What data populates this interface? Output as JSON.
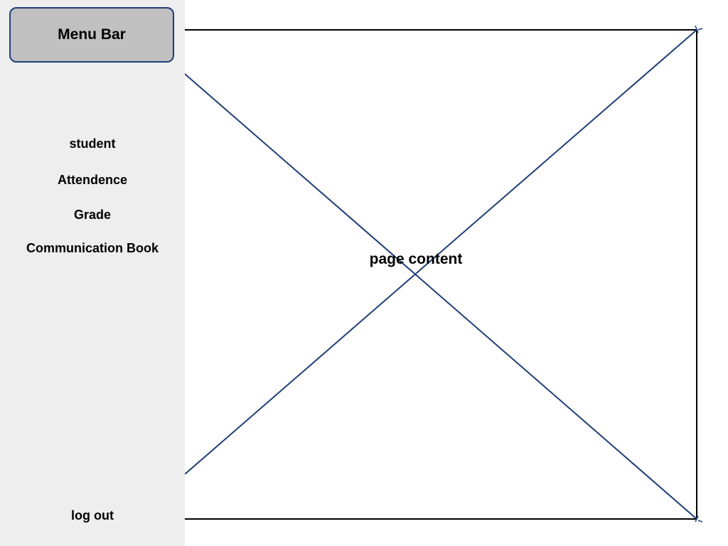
{
  "sidebar": {
    "header": "Menu Bar",
    "items": [
      {
        "label": "student"
      },
      {
        "label": "Attendence"
      },
      {
        "label": "Grade"
      },
      {
        "label": "Communication Book"
      }
    ],
    "logout": "log out"
  },
  "main": {
    "placeholder_label": "page content"
  },
  "colors": {
    "sidebar_bg": "#eeeeee",
    "menu_bar_bg": "#c0c0c0",
    "accent_line": "#1f3f77",
    "frame_line": "#000000"
  }
}
